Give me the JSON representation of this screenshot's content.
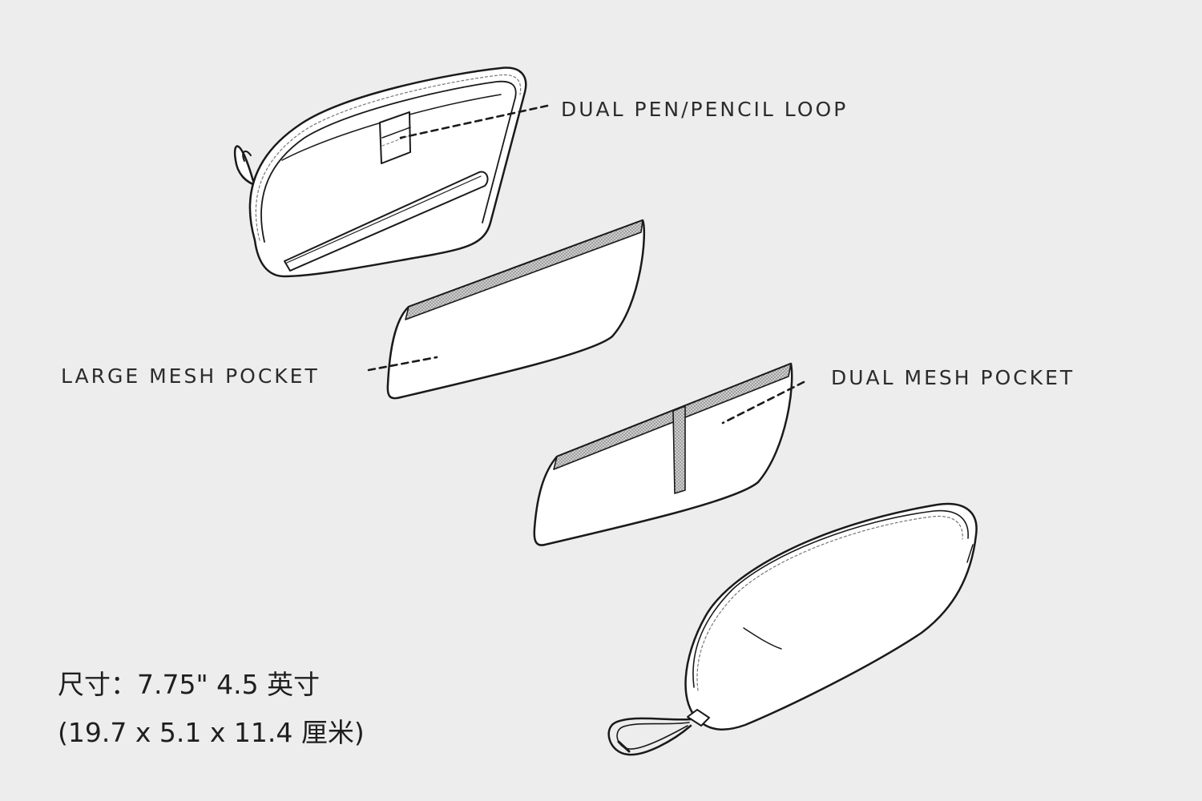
{
  "callouts": {
    "pen_loop": "DUAL PEN/PENCIL LOOP",
    "large_mesh": "LARGE MESH POCKET",
    "dual_mesh": "DUAL MESH POCKET"
  },
  "dimensions": {
    "line1": "尺寸：7.75\" 4.5 英寸",
    "line2": "(19.7 x 5.1 x 11.4 厘米)"
  },
  "colors": {
    "background": "#ededed",
    "line": "#1a1a1a",
    "mesh_trim": "#9a9a9a",
    "panel_fill": "#ffffff"
  }
}
